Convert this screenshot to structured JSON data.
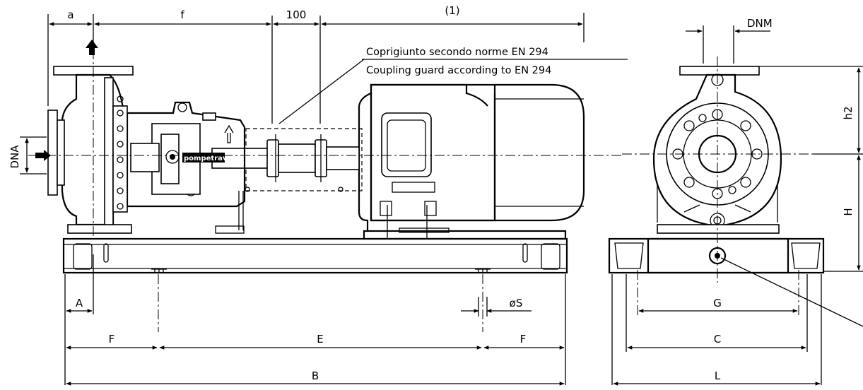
{
  "diagram": {
    "dimensions": {
      "a": "a",
      "f": "f",
      "hundred": "100",
      "one": "(1)",
      "dnm": "DNM",
      "dna": "DNA",
      "h2": "h2",
      "H": "H",
      "A": "A",
      "S": "øS",
      "F_left": "F",
      "E": "E",
      "F_right": "F",
      "B": "B",
      "G": "G",
      "C": "C",
      "L": "L"
    },
    "notes": {
      "guard_it": "Coprigiunto secondo norme EN 294",
      "guard_en": "Coupling guard according to EN 294",
      "brand": "pompetravaini"
    }
  }
}
